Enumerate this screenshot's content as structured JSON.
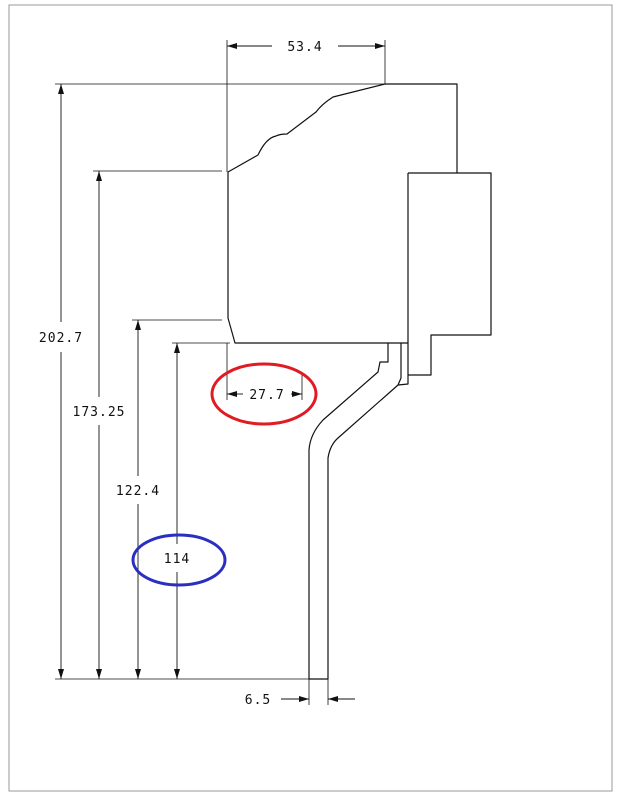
{
  "dimensions": {
    "top_width": "53.4",
    "overall_height": "202.7",
    "height_2": "173.25",
    "height_3": "122.4",
    "height_4": "114",
    "neck_offset": "27.7",
    "stem_width": "6.5"
  },
  "annotations": {
    "red_circle_target": "27.7",
    "blue_circle_target": "114",
    "red_color": "#e01b24",
    "blue_color": "#2a2fc0"
  }
}
